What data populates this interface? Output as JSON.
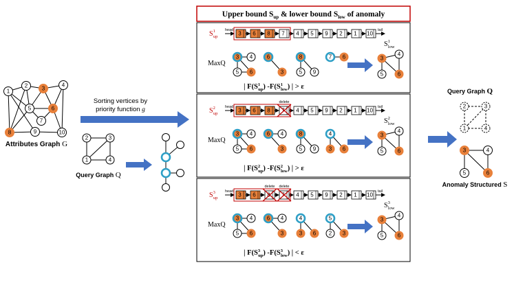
{
  "colors": {
    "orange": "#E8803A",
    "cyan": "#2E9FC6",
    "arrow_blue": "#4472C4",
    "red": "#C00000",
    "gray_node": "#ffffff"
  },
  "header": {
    "title_prefix": "Upper bound S",
    "title_up_sub": "up",
    "title_mid": " & lower bound S",
    "title_low_sub": "low",
    "title_suffix": "  of anomaly"
  },
  "left": {
    "attr_graph_label": "Attributes Graph",
    "attr_graph_sym": "G",
    "query_graph_label": "Query Graph",
    "query_graph_sym": "Q",
    "sort_text_line1": "Sorting vertices by",
    "sort_text_line2": "priority function",
    "sort_text_g": "g",
    "attr_nodes": [
      "1",
      "2",
      "3",
      "4",
      "5",
      "6",
      "7",
      "8",
      "9",
      "10"
    ],
    "query_nodes": [
      "2",
      "3",
      "1",
      "4"
    ]
  },
  "right": {
    "query_graph_label": "Query Graph",
    "query_graph_sym": "Q",
    "anomaly_label": "Anomaly Structured",
    "anomaly_sym": "S",
    "query_nodes": [
      "2",
      "3",
      "1",
      "4"
    ],
    "anomaly_nodes": [
      "3",
      "4",
      "5",
      "6"
    ]
  },
  "panels": [
    {
      "s_up": "S",
      "s_up_sup": "1",
      "s_up_sub": "up",
      "list": [
        "3",
        "6",
        "8",
        "7",
        "4",
        "5",
        "9",
        "2",
        "1",
        "10"
      ],
      "deleted": [],
      "delete_label": "",
      "maxq_label": "MaxQ",
      "s_low": "S",
      "s_low_sup": "1",
      "s_low_sub": "low",
      "formula_a": "| F(S",
      "formula_a_sup": "1",
      "formula_a_sub": "up",
      "formula_b": ") -F(S",
      "formula_b_sup": "1",
      "formula_b_sub": "low",
      "formula_c": ") | > ε",
      "head": "head",
      "tail": "tail"
    },
    {
      "s_up": "S",
      "s_up_sup": "2",
      "s_up_sub": "up",
      "list": [
        "3",
        "6",
        "8",
        "7",
        "4",
        "5",
        "9",
        "2",
        "1",
        "10"
      ],
      "deleted": [
        "7"
      ],
      "delete_label": "delete",
      "maxq_label": "MaxQ",
      "s_low": "S",
      "s_low_sup": "2",
      "s_low_sub": "low",
      "formula_a": "| F(S",
      "formula_a_sup": "2",
      "formula_a_sub": "up",
      "formula_b": ") -F(S",
      "formula_b_sup": "2",
      "formula_b_sub": "low",
      "formula_c": ") | > ε",
      "head": "head",
      "tail": "tail"
    },
    {
      "s_up": "S",
      "s_up_sup": "3",
      "s_up_sub": "up",
      "list": [
        "3",
        "6",
        "8",
        "7",
        "4",
        "5",
        "9",
        "2",
        "1",
        "10"
      ],
      "deleted": [
        "8",
        "7"
      ],
      "delete_label": "delete",
      "maxq_label": "MaxQ",
      "s_low": "S",
      "s_low_sup": "3",
      "s_low_sub": "low",
      "formula_a": "| F(S",
      "formula_a_sup": "3",
      "formula_a_sub": "up",
      "formula_b": ") -F(S",
      "formula_b_sup": "3",
      "formula_b_sub": "low",
      "formula_c": ") | < ε",
      "head": "head",
      "tail": "tail"
    }
  ],
  "maxq_rows": [
    [
      {
        "top": "3",
        "a": "4",
        "b": "5",
        "c": "6"
      },
      {
        "top": "6",
        "a": "3"
      },
      {
        "top": "8",
        "a": "5",
        "b": "9"
      },
      {
        "top": "7",
        "a": "6"
      }
    ],
    [
      {
        "top": "3",
        "a": "4",
        "b": "5",
        "c": "6"
      },
      {
        "top": "6",
        "a": "4",
        "b": "3"
      },
      {
        "top": "8",
        "a": "5",
        "b": "9"
      },
      {
        "top": "4",
        "a": "3",
        "b": "6"
      }
    ],
    [
      {
        "top": "3",
        "a": "4",
        "b": "5",
        "c": "6"
      },
      {
        "top": "6",
        "a": "4",
        "b": "3"
      },
      {
        "top": "4",
        "a": "3",
        "b": "6"
      },
      {
        "top": "5",
        "a": "2",
        "b": "3"
      }
    ]
  ],
  "low_graph_nodes": [
    "3",
    "4",
    "5",
    "6"
  ]
}
